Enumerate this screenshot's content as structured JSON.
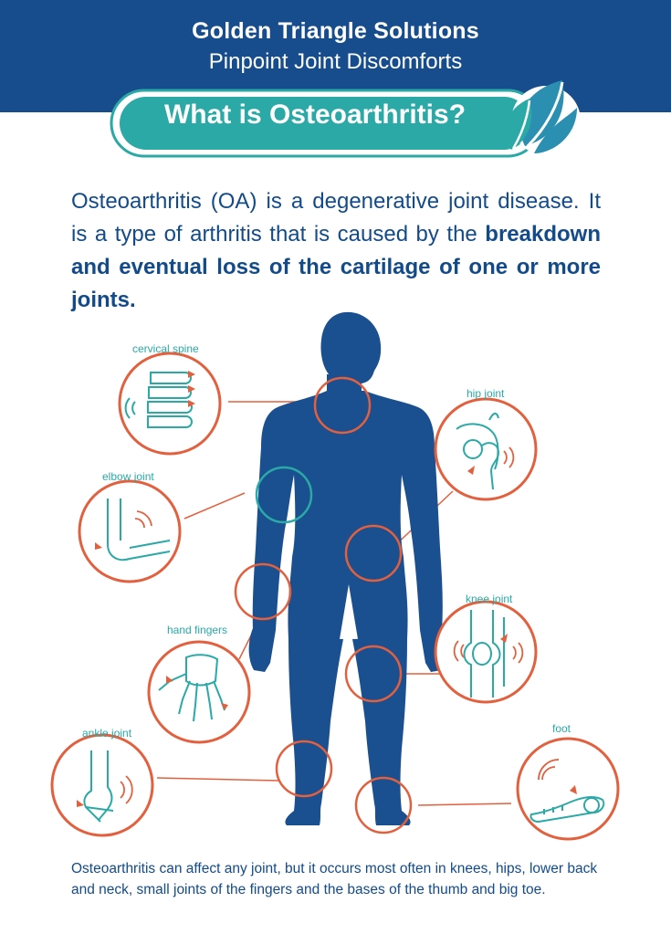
{
  "header": {
    "title": "Golden Triangle Solutions",
    "subtitle": "Pinpoint Joint Discomforts"
  },
  "banner": {
    "title": "What is Osteoarthritis?",
    "icon": "leaf-icon"
  },
  "intro": {
    "text_regular": "Osteoarthritis (OA) is a degenerative joint disease. It is a type of arthritis that is caused by the ",
    "text_bold": "breakdown and eventual loss of the cartilage of one or more joints."
  },
  "joints": {
    "cervical_spine": "cervical spine",
    "hip": "hip joint",
    "elbow": "elbow joint",
    "knee": "knee joint",
    "hand": "hand fingers",
    "ankle": "ankle joint",
    "foot": "foot"
  },
  "footer": {
    "text": "Osteoarthritis can affect any joint, but it occurs most often in knees, hips, lower back and neck, small joints of the fingers and the bases of the thumb and big toe."
  },
  "colors": {
    "navy": "#174d8c",
    "teal": "#2aa9a6",
    "coral": "#e3603e",
    "body": "#1a508f"
  }
}
